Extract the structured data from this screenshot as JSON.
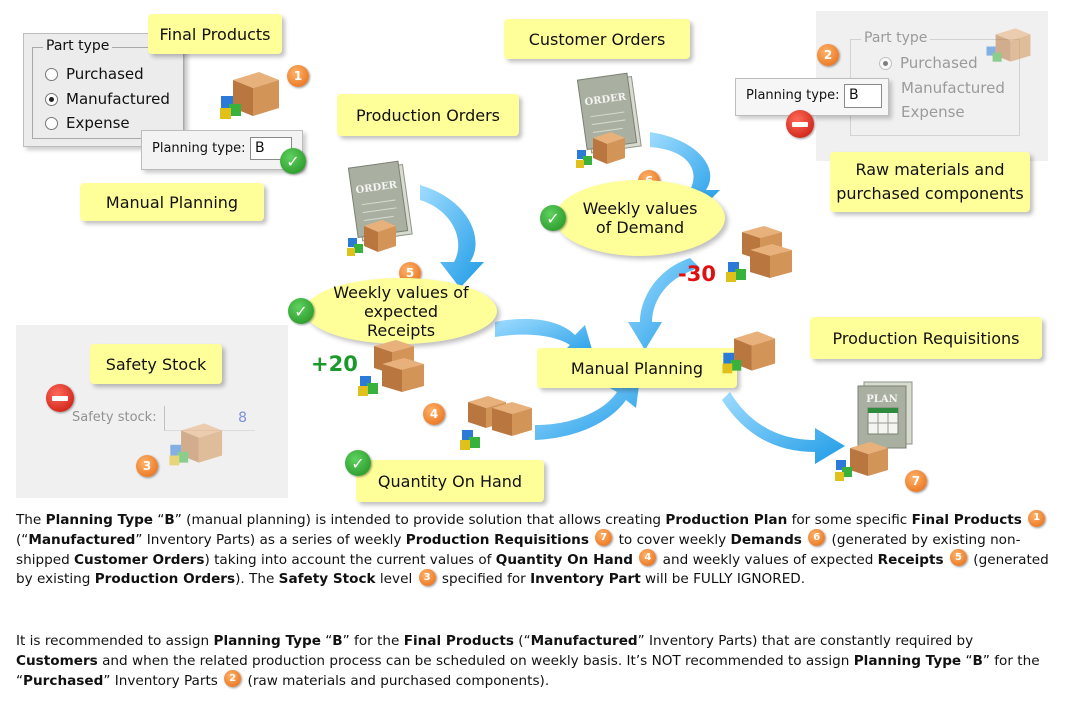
{
  "callouts": {
    "final_products": "Final Products",
    "manual_planning_left": "Manual Planning",
    "production_orders": "Production Orders",
    "customer_orders": "Customer Orders",
    "raw_materials": "Raw materials and purchased components",
    "safety_stock": "Safety Stock",
    "quantity_on_hand": "Quantity On Hand",
    "manual_planning_center": "Manual Planning",
    "production_requisitions": "Production Requisitions"
  },
  "ellipses": {
    "weekly_receipts": "Weekly values of expected Receipts",
    "weekly_demand": "Weekly values of Demand"
  },
  "panel_left": {
    "group_title": "Part type",
    "options": [
      "Purchased",
      "Manufactured",
      "Expense"
    ],
    "selected": "Manufactured",
    "planning_label": "Planning type:",
    "planning_value": "B"
  },
  "panel_right": {
    "group_title": "Part type",
    "options": [
      "Purchased",
      "Manufactured",
      "Expense"
    ],
    "planning_label": "Planning type:",
    "planning_value": "B"
  },
  "safety_panel": {
    "label": "Safety stock:",
    "value": "8"
  },
  "doc_labels": {
    "order_1": "ORDER",
    "order_2": "ORDER",
    "plan": "PLAN"
  },
  "numbers": {
    "plus": "+20",
    "minus": "-30"
  },
  "badges": [
    "1",
    "2",
    "3",
    "4",
    "5",
    "6",
    "7"
  ],
  "colors": {
    "callout": "#ffff99",
    "arrow": "#2aa9ee",
    "badge": "#e4670f",
    "check": "#1f8e1f",
    "minus_icon": "#c21307",
    "plus_number": "#1a9a2a",
    "minus_number": "#e01010"
  },
  "text": {
    "p1": [
      "The ",
      "Planning Type",
      " “",
      "B",
      "” (manual planning) is intended to provide solution that allows creating ",
      "Production Plan",
      " for some specific ",
      "Final Products",
      " (“",
      "Manufactured",
      "” Inventory Parts) as a series of weekly ",
      "Production Requisitions",
      " to cover weekly ",
      "Demands",
      " (generated by existing non-shipped ",
      "Customer Orders",
      ") taking into account the current values of ",
      "Quantity On Hand",
      " and weekly values of expected ",
      "Receipts",
      " (generated by existing ",
      "Production Orders",
      "). The ",
      "Safety Stock",
      " level ",
      " specified for ",
      "Inventory Part",
      " will be FULLY IGNORED."
    ],
    "p2": [
      "It is recommended to assign ",
      "Planning Type",
      " “",
      "B",
      "” for the ",
      "Final Products",
      " (“",
      "Manufactured",
      "” Inventory Parts) that are constantly required by ",
      "Customers",
      " and when the related production process can be scheduled on weekly basis. It’s NOT recommended to assign ",
      "Planning Type",
      " “",
      "B",
      "” for the “",
      "Purchased",
      "” Inventory Parts ",
      " (raw materials and purchased components)."
    ]
  }
}
